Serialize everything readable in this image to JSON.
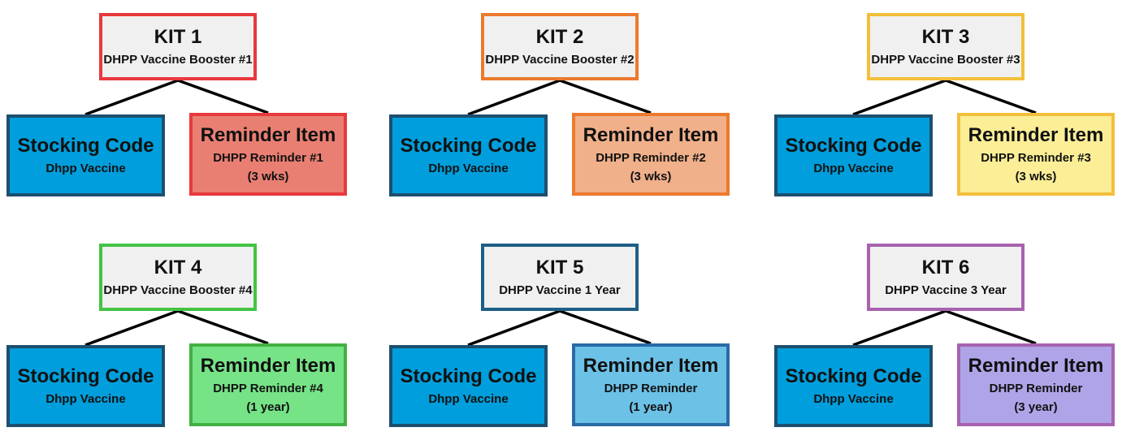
{
  "kits": [
    {
      "title": "KIT 1",
      "subtitle": "DHPP Vaccine Booster #1",
      "border_color": "#e8393c",
      "stocking": {
        "title": "Stocking Code",
        "sub": "Dhpp Vaccine"
      },
      "reminder": {
        "title": "Reminder Item",
        "line1": "DHPP Reminder #1",
        "line2": "(3 wks)",
        "fill": "#e97f72",
        "border_color": "#e8393c"
      }
    },
    {
      "title": "KIT 2",
      "subtitle": "DHPP Vaccine Booster #2",
      "border_color": "#ec7a2e",
      "stocking": {
        "title": "Stocking Code",
        "sub": "Dhpp Vaccine"
      },
      "reminder": {
        "title": "Reminder Item",
        "line1": "DHPP Reminder #2",
        "line2": "(3 wks)",
        "fill": "#f0b08a",
        "border_color": "#ec7a2e"
      }
    },
    {
      "title": "KIT 3",
      "subtitle": "DHPP Vaccine Booster #3",
      "border_color": "#f3bf3b",
      "stocking": {
        "title": "Stocking Code",
        "sub": "Dhpp Vaccine"
      },
      "reminder": {
        "title": "Reminder Item",
        "line1": "DHPP Reminder #3",
        "line2": "(3 wks)",
        "fill": "#fbee96",
        "border_color": "#f3bf3b"
      }
    },
    {
      "title": "KIT 4",
      "subtitle": "DHPP Vaccine Booster #4",
      "border_color": "#43c443",
      "stocking": {
        "title": "Stocking Code",
        "sub": "Dhpp Vaccine"
      },
      "reminder": {
        "title": "Reminder Item",
        "line1": "DHPP Reminder #4",
        "line2": "(1 year)",
        "fill": "#76e387",
        "border_color": "#43b043"
      }
    },
    {
      "title": "KIT 5",
      "subtitle": "DHPP Vaccine 1 Year",
      "border_color": "#1d5f86",
      "stocking": {
        "title": "Stocking Code",
        "sub": "Dhpp Vaccine"
      },
      "reminder": {
        "title": "Reminder Item",
        "line1": "DHPP Reminder",
        "line2": "(1 year)",
        "fill": "#6cc1e6",
        "border_color": "#2a6aa6"
      }
    },
    {
      "title": "KIT 6",
      "subtitle": "DHPP Vaccine 3 Year",
      "border_color": "#a862ae",
      "stocking": {
        "title": "Stocking Code",
        "sub": "Dhpp Vaccine"
      },
      "reminder": {
        "title": "Reminder Item",
        "line1": "DHPP Reminder",
        "line2": "(3 year)",
        "fill": "#b0a4e8",
        "border_color": "#a862ae"
      }
    }
  ]
}
